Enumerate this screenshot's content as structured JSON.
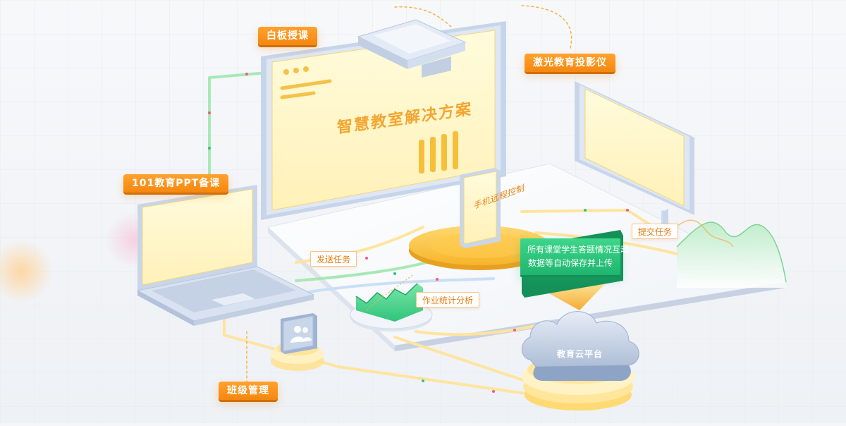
{
  "labels": {
    "whiteboard": "白板授课",
    "projector": "激光教育投影仪",
    "ppt": "101教育PPT备课",
    "board_title": "智慧教室解决方案",
    "phone": "手机远程控制",
    "send_task": "发送任务",
    "submit_task": "提交任务",
    "cloud_note_line1": "所有课堂学生答题情况互动",
    "cloud_note_line2": "数据等自动保存并上传",
    "homework": "作业统计分析",
    "cloud": "教育云平台",
    "class_mgmt": "班级管理"
  },
  "icons": {
    "class_mgmt": "people-icon",
    "cloud": "cloud-icon",
    "chart": "area-chart-icon"
  },
  "colors": {
    "accent_orange": "#f5870f",
    "accent_green": "#1fb56f",
    "screen_yellow": "#fff6c8",
    "device_frame": "#c9d6ea"
  }
}
